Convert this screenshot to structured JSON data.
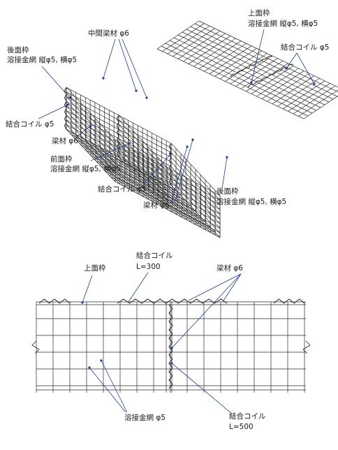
{
  "upper_figure": {
    "labels": {
      "intermediate_beam": "中間梁材 φ6",
      "back_frame_left": "後面枠",
      "back_frame_left_spec": "溶接金網 縦φ5, 横φ5",
      "coil_left": "結合コイル φ5",
      "beam": "梁材 φ6",
      "front_frame": "前面枠",
      "front_frame_spec": "溶接金網 縦φ5, 横φ5",
      "coil_bottom": "結合コイル φ5",
      "beam_bottom": "梁材 φ6",
      "back_frame_right": "後面枠",
      "back_frame_right_spec": "溶接金網 縦φ5, 横φ5",
      "top_frame": "上面枠",
      "top_frame_spec": "溶接金網 縦φ5, 横φ5",
      "coil_top_right": "結合コイル φ5"
    }
  },
  "lower_figure": {
    "labels": {
      "top_frame": "上面枠",
      "coil_300": "結合コイル",
      "coil_300_len": "L=300",
      "beam": "梁材 φ6",
      "mesh": "溶接金網 φ5",
      "coil_500": "結合コイル",
      "coil_500_len": "L=500"
    }
  },
  "colors": {
    "ink": "#1a1a1a",
    "leader": "#1b3a8c"
  }
}
